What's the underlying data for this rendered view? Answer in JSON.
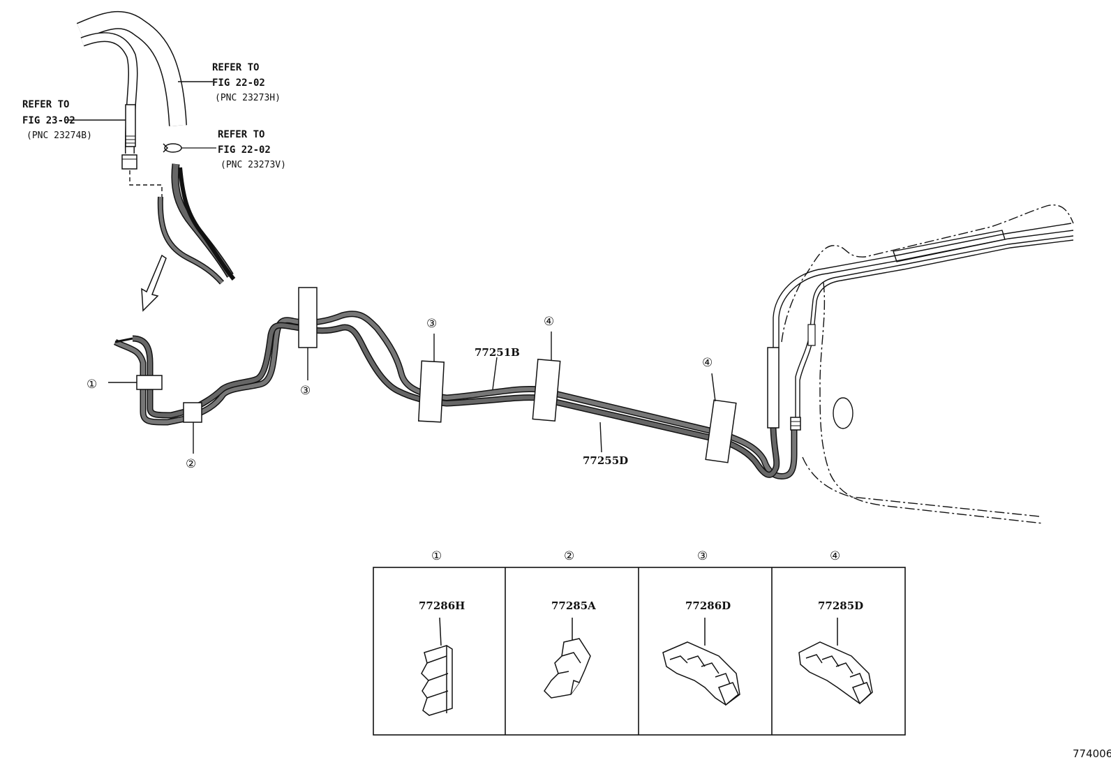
{
  "refs": {
    "left": {
      "line1": "REFER TO",
      "line2": "FIG 23-02",
      "line3": "(PNC 23274B)"
    },
    "hose": {
      "line1": "REFER TO",
      "line2": "FIG 22-02",
      "line3": "(PNC 23273H)"
    },
    "clamp": {
      "line1": "REFER TO",
      "line2": "FIG 22-02",
      "line3": "(PNC 23273V)"
    }
  },
  "tube_labels": {
    "upper": "77251B",
    "lower": "77255D"
  },
  "callouts": [
    "①",
    "②",
    "③",
    "④"
  ],
  "clips": [
    {
      "callout": "①",
      "part": "77286H"
    },
    {
      "callout": "②",
      "part": "77285A"
    },
    {
      "callout": "③",
      "part": "77286D"
    },
    {
      "callout": "④",
      "part": "77285D"
    }
  ],
  "figure_code": "774006"
}
